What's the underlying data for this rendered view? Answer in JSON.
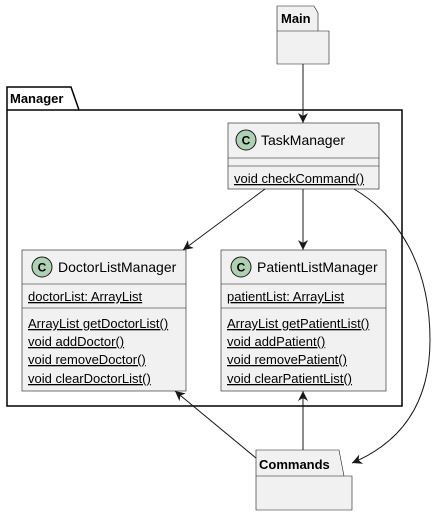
{
  "packages": {
    "main": {
      "label": "Main"
    },
    "manager": {
      "label": "Manager"
    },
    "commands": {
      "label": "Commands"
    }
  },
  "classes": {
    "task_manager": {
      "stereotype": "C",
      "name": "TaskManager",
      "fields": [],
      "methods": [
        "void checkCommand()"
      ]
    },
    "doctor_list_manager": {
      "stereotype": "C",
      "name": "DoctorListManager",
      "fields": [
        "doctorList: ArrayList"
      ],
      "methods": [
        "ArrayList getDoctorList()",
        "void addDoctor()",
        "void removeDoctor()",
        "void clearDoctorList()"
      ]
    },
    "patient_list_manager": {
      "stereotype": "C",
      "name": "PatientListManager",
      "fields": [
        "patientList: ArrayList"
      ],
      "methods": [
        "ArrayList getPatientList()",
        "void addPatient()",
        "void removePatient()",
        "void clearPatientList()"
      ]
    }
  },
  "colors": {
    "class_circle": "#ADD1B2",
    "box_fill": "#F1F1F1",
    "line": "#181818"
  }
}
